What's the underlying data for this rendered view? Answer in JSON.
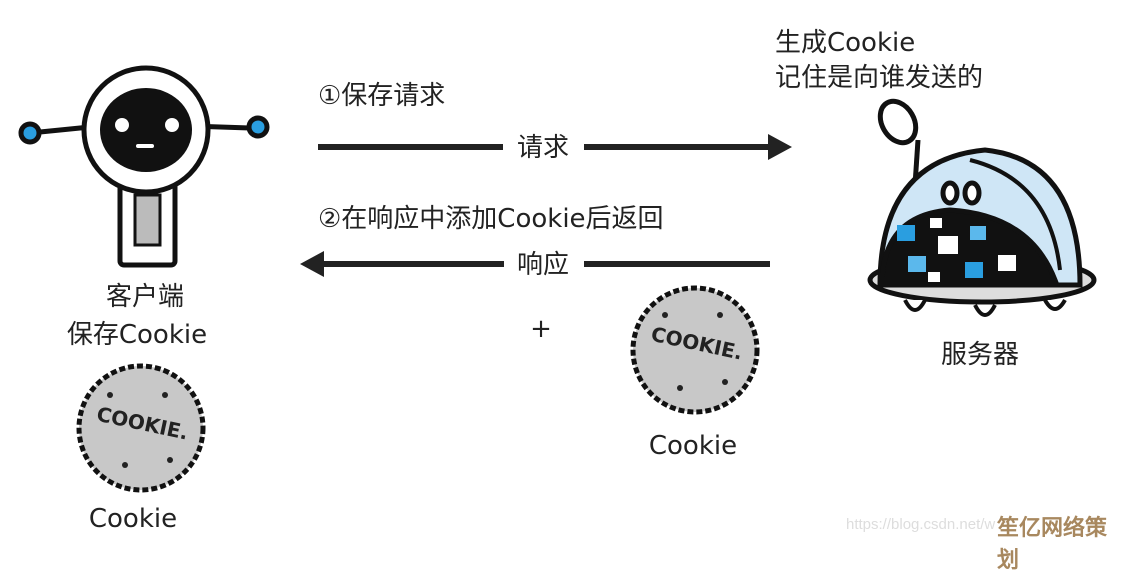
{
  "client": {
    "label": "客户端",
    "sublabel": "保存Cookie",
    "cookie_caption": "Cookie"
  },
  "request": {
    "step": "①保存请求",
    "arrow_label": "请求"
  },
  "response": {
    "step": "②在响应中添加Cookie后返回",
    "arrow_label": "响应",
    "plus": "+",
    "cookie_caption": "Cookie"
  },
  "server": {
    "note_line1": "生成Cookie",
    "note_line2": "记住是向谁发送的",
    "label": "服务器"
  },
  "cookie_lettering": "COOKIE.",
  "watermark": {
    "url": "https://blog.csdn.net/w",
    "brand": "笙亿网络策划"
  },
  "colors": {
    "accent_blue": "#2a9ee0",
    "dome": "#cfe6f6",
    "cookie": "#c8c8c8"
  }
}
